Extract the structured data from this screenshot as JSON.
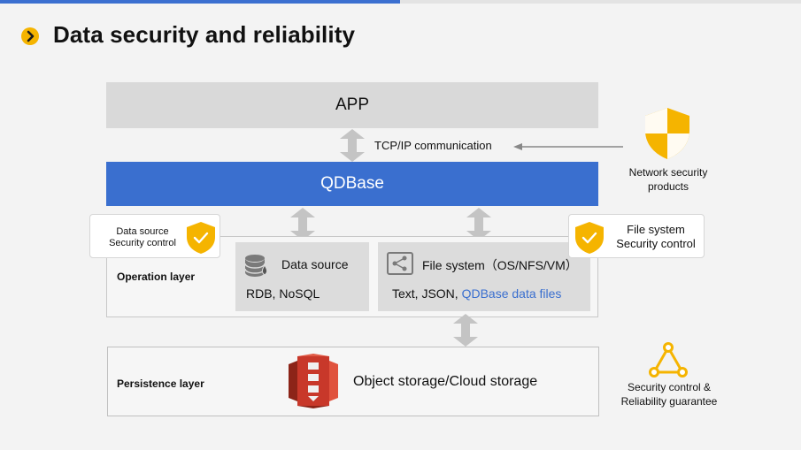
{
  "title": "Data security and reliability",
  "app_label": "APP",
  "tcp_label": "TCP/IP communication",
  "qdbase_label": "QDBase",
  "network_security": {
    "line1": "Network security",
    "line2": "products"
  },
  "ds_callout": {
    "line1": "Data source",
    "line2": "Security control"
  },
  "fs_callout": {
    "line1": "File system",
    "line2": "Security control"
  },
  "operation_layer": "Operation layer",
  "data_source": {
    "title": "Data source",
    "subtitle": "RDB, NoSQL"
  },
  "file_system": {
    "title": "File system",
    "paren": "（OS/NFS/VM）",
    "sub_plain": "Text, JSON,",
    "sub_link": "QDBase data files"
  },
  "persistence_layer": "Persistence layer",
  "object_storage": "Object storage/Cloud storage",
  "reliability": {
    "line1": "Security control &",
    "line2": "Reliability guarantee"
  },
  "colors": {
    "accent_blue": "#3a6fcf",
    "shield_yellow": "#f5b400",
    "storage_red": "#c8382a"
  }
}
